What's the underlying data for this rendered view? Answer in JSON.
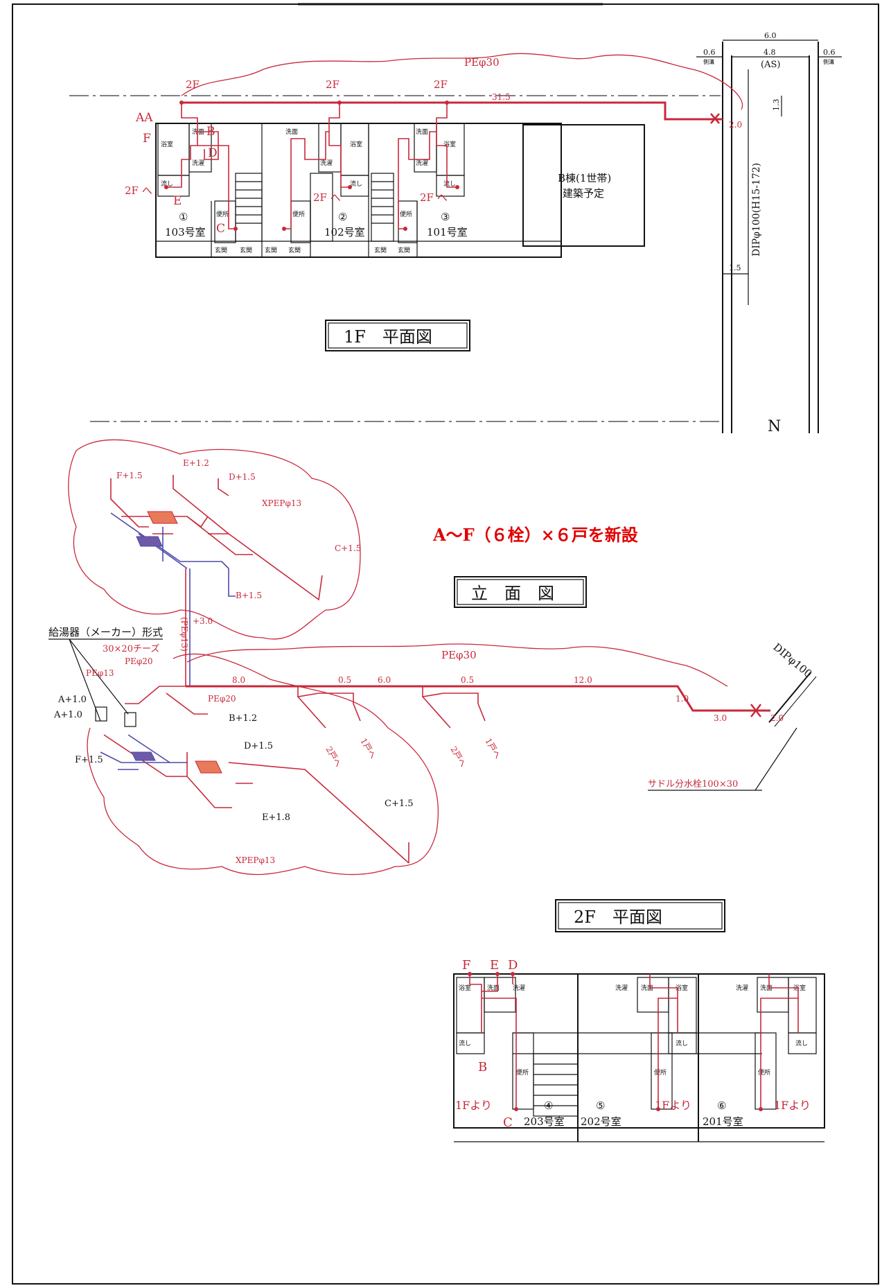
{
  "plan1f": {
    "title": "1F　平面図",
    "rooms": [
      "①\n103号室",
      "②\n102号室",
      "③\n101号室"
    ],
    "room_names": [
      "103号室",
      "102号室",
      "101号室"
    ],
    "room_marks": [
      "①",
      "②",
      "③"
    ],
    "b_building_line1": "B棟(1世帯)",
    "b_building_line2": "建築予定",
    "pipe_label": "PEφ30",
    "main_length": "31.5",
    "road_width": "6.0",
    "side_left": "0.6",
    "side_right": "0.6",
    "side_ditch": "側溝",
    "as_width": "4.8",
    "as_label": "(AS)",
    "dip_label": "DIPφ100(H15-172)",
    "dim_13": "1.3",
    "dim_20": "2.0",
    "dim_15": "1.5",
    "north": "N",
    "floor2_mark": "2F",
    "to_2f": "2F へ",
    "fixtures": [
      "浴室",
      "洗面",
      "洗濯",
      "流し",
      "便所",
      "玄関"
    ],
    "points": [
      "AA",
      "F",
      "B",
      "D",
      "E",
      "C"
    ]
  },
  "elevation": {
    "title": "立　面　図",
    "notice": "A～F（６栓）×６戸を新設",
    "heater_label": "給湯器（メーカー）形式",
    "tee_label": "30×20チーズ",
    "pe20": "PEφ20",
    "pe13": "PEφ13",
    "pe30": "PEφ30",
    "pe13_riser": "(PEφ13)",
    "xpep": "XPEPφ13",
    "dip": "DIPφ100",
    "saddle": "サドル分水栓100×30",
    "upper_points": [
      "F+1.5",
      "E+1.2",
      "D+1.5",
      "C+1.5",
      "B+1.5"
    ],
    "lower_points": [
      "A+1.0",
      "A+1.0",
      "F+1.5",
      "B+1.2",
      "D+1.5",
      "E+1.8",
      "C+1.5"
    ],
    "riser": "+3.0",
    "main_lengths": [
      "8.0",
      "0.5",
      "6.0",
      "0.5",
      "12.0",
      "1.0",
      "3.0",
      "2.0"
    ],
    "units": [
      "2戸へ",
      "1戸へ",
      "2戸へ",
      "1戸へ"
    ]
  },
  "plan2f": {
    "title": "2F　平面図",
    "room_names": [
      "203号室",
      "202号室",
      "201号室"
    ],
    "room_marks": [
      "④",
      "⑤",
      "⑥"
    ],
    "from_1f": "1Fより",
    "points": [
      "F",
      "E",
      "D",
      "B",
      "C"
    ],
    "fixtures": [
      "浴室",
      "洗面",
      "洗濯",
      "流し",
      "便所"
    ]
  },
  "colors": {
    "pipe": "#c8283a",
    "hot_marker": "#e87a5a",
    "cold_marker": "#6e5aa8",
    "notice": "#e00000"
  }
}
